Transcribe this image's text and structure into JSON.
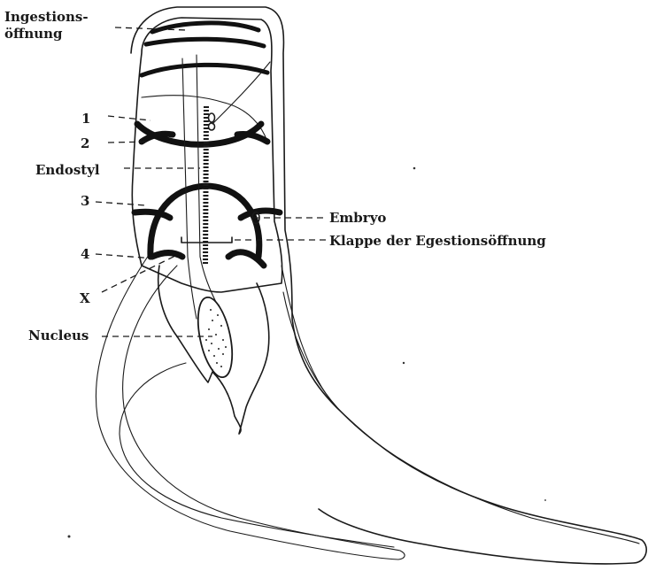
{
  "labels": {
    "ingestion_line1": "Ingestions-",
    "ingestion_line2": "öffnung",
    "band_1": "1",
    "band_2": "2",
    "endostyl": "Endostyl",
    "band_3": "3",
    "band_4": "4",
    "x_marker": "X",
    "nucleus": "Nucleus",
    "embryo": "Embryo",
    "valve": "Klappe der Egestionsöffnung"
  },
  "colors": {
    "ink": "#1a1a1a",
    "background": "#ffffff"
  }
}
